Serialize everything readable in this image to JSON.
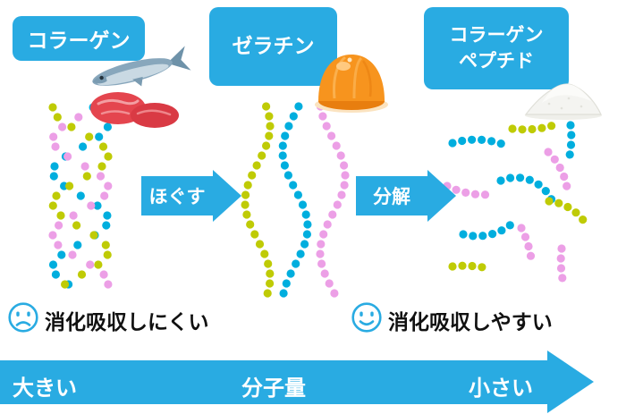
{
  "stages": {
    "collagen": {
      "label": "コラーゲン"
    },
    "gelatin": {
      "label": "ゼラチン"
    },
    "peptide": {
      "label_line1": "コラーゲン",
      "label_line2": "ペプチド"
    }
  },
  "process_arrows": {
    "step1_label": "ほぐす",
    "step2_label": "分解"
  },
  "digestion_notes": {
    "hard": "消化吸収しにくい",
    "easy": "消化吸収しやすい"
  },
  "molecular_axis": {
    "left": "大きい",
    "center": "分子量",
    "right": "小さい"
  },
  "icons": {
    "collagen_source": "fish-and-meat-icon",
    "gelatin_source": "jelly-icon",
    "peptide_source": "powder-icon",
    "hard_face": "sad-face-icon",
    "easy_face": "smiley-face-icon"
  },
  "colors": {
    "primary_blue": "#29ABE2",
    "dot_cyan": "#00AEDE",
    "dot_pink": "#EC9FE6",
    "dot_green": "#BFCB05",
    "jelly_orange": "#F7941E",
    "text_dark": "#111111"
  }
}
